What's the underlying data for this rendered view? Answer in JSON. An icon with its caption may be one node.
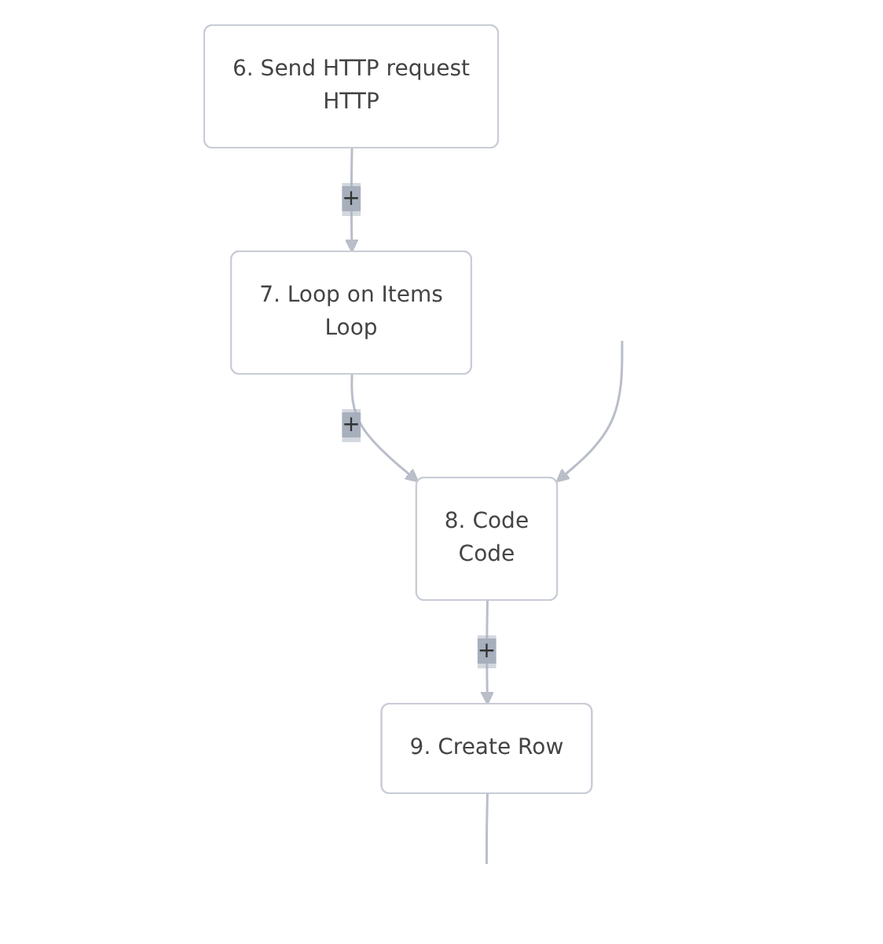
{
  "diagram": {
    "nodes": [
      {
        "text": [
          "6. Send HTTP request",
          "HTTP"
        ]
      },
      {
        "text": [
          "7. Loop on Items",
          "Loop"
        ]
      },
      {
        "text": [
          "8. Code",
          "Code"
        ]
      },
      {
        "text": [
          "9. Create Row"
        ]
      }
    ],
    "edges": [
      {
        "from": 0,
        "to": 1,
        "arrow": "to",
        "label": "+"
      },
      {
        "from": 1,
        "to": 2,
        "arrow": "to",
        "label": "+"
      },
      {
        "from": null,
        "to": 2,
        "arrow": "to"
      },
      {
        "from": 2,
        "to": 3,
        "arrow": "to",
        "label": "+"
      },
      {
        "from": 3,
        "to": null,
        "arrow": "none"
      }
    ]
  }
}
